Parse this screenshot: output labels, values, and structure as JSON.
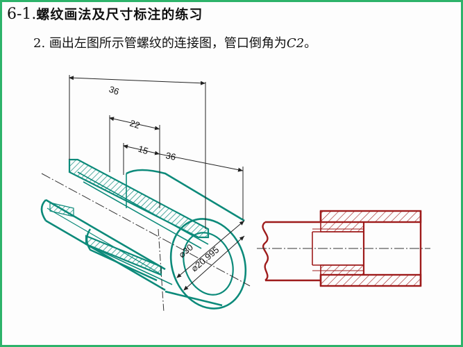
{
  "header": {
    "section_number": "6-1.",
    "section_title": "螺纹画法及尺寸标注的练习"
  },
  "task": {
    "number": "2.",
    "text": "画出左图所示管螺纹的连接图，管口倒角为",
    "chamfer_label": "C2",
    "end_mark": "。"
  },
  "dimensions": {
    "overall_length": "36",
    "thread_length_a": "22",
    "thread_length_b": "15",
    "right_length": "36",
    "diameter_outer": "⌀30",
    "diameter_inner": "⌀20.995"
  },
  "colors": {
    "frame": "#2db36a",
    "teal_outline": "#0c8a7a",
    "dark_red": "#9e1b1b"
  }
}
